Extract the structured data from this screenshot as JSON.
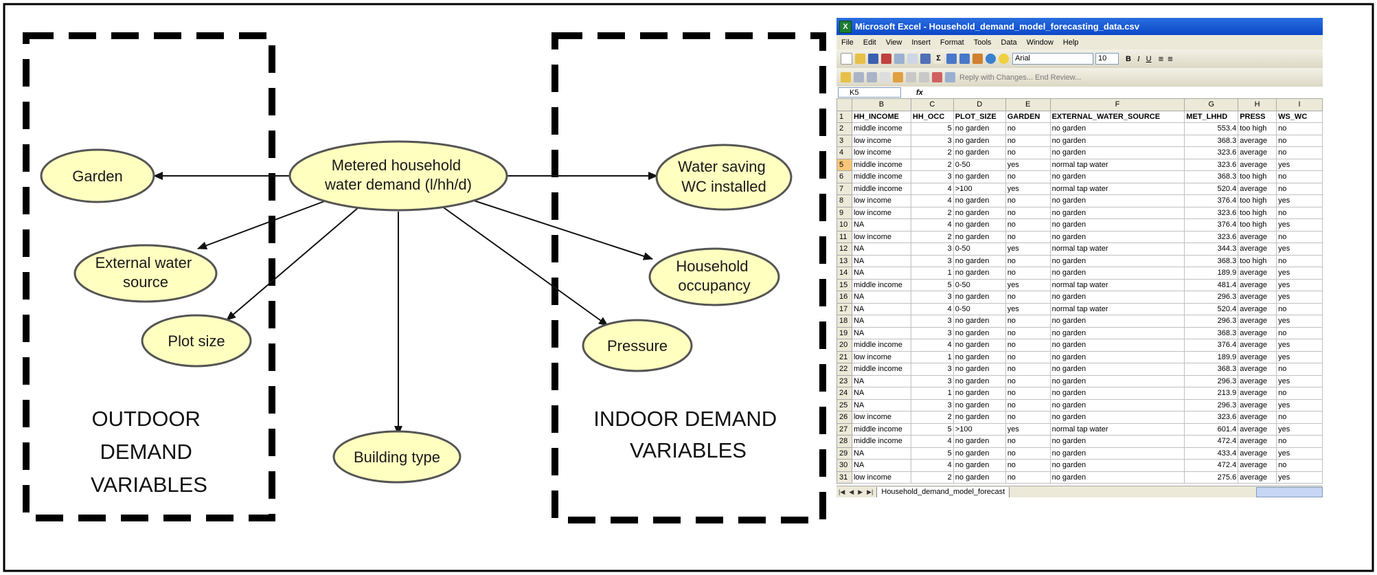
{
  "diagram": {
    "nodes": {
      "center": [
        "Metered household",
        "water demand (l/hh/d)"
      ],
      "garden": [
        "Garden"
      ],
      "external_water": [
        "External water",
        "source"
      ],
      "plot_size": [
        "Plot size"
      ],
      "building_type": [
        "Building type"
      ],
      "wc": [
        "Water saving",
        "WC installed"
      ],
      "occupancy": [
        "Household",
        "occupancy"
      ],
      "pressure": [
        "Pressure"
      ]
    },
    "groups": {
      "outdoor": [
        "OUTDOOR",
        "DEMAND",
        "VARIABLES"
      ],
      "indoor": [
        "INDOOR DEMAND",
        "VARIABLES"
      ]
    },
    "colors": {
      "node_fill": "#ffffc0",
      "node_stroke": "#555555"
    }
  },
  "spreadsheet": {
    "title": "Microsoft Excel - Household_demand_model_forecasting_data.csv",
    "menu": [
      "File",
      "Edit",
      "View",
      "Insert",
      "Format",
      "Tools",
      "Data",
      "Window",
      "Help"
    ],
    "font_name": "Arial",
    "font_size": "10",
    "review_text": "Reply with Changes...   End Review...",
    "name_box": "K5",
    "fx": "fx",
    "col_letters": [
      "B",
      "C",
      "D",
      "E",
      "F",
      "G",
      "H",
      "I"
    ],
    "headers": [
      "HH_INCOME",
      "HH_OCC",
      "PLOT_SIZE",
      "GARDEN",
      "EXTERNAL_WATER_SOURCE",
      "MET_LHHD",
      "PRESS",
      "WS_WC"
    ],
    "rows": [
      [
        "middle income",
        "5",
        "no garden",
        "no",
        "no garden",
        "553.4",
        "too high",
        "no"
      ],
      [
        "low income",
        "3",
        "no garden",
        "no",
        "no garden",
        "368.3",
        "average",
        "no"
      ],
      [
        "low income",
        "2",
        "no garden",
        "no",
        "no garden",
        "323.6",
        "average",
        "no"
      ],
      [
        "middle income",
        "2",
        "0-50",
        "yes",
        "normal tap water",
        "323.6",
        "average",
        "yes"
      ],
      [
        "middle income",
        "3",
        "no garden",
        "no",
        "no garden",
        "368.3",
        "too high",
        "no"
      ],
      [
        "middle income",
        "4",
        ">100",
        "yes",
        "normal tap water",
        "520.4",
        "average",
        "no"
      ],
      [
        "low income",
        "4",
        "no garden",
        "no",
        "no garden",
        "376.4",
        "too high",
        "yes"
      ],
      [
        "low income",
        "2",
        "no garden",
        "no",
        "no garden",
        "323.6",
        "too high",
        "no"
      ],
      [
        "NA",
        "4",
        "no garden",
        "no",
        "no garden",
        "376.4",
        "too high",
        "yes"
      ],
      [
        "low income",
        "2",
        "no garden",
        "no",
        "no garden",
        "323.6",
        "average",
        "no"
      ],
      [
        "NA",
        "3",
        "0-50",
        "yes",
        "normal tap water",
        "344.3",
        "average",
        "yes"
      ],
      [
        "NA",
        "3",
        "no garden",
        "no",
        "no garden",
        "368.3",
        "too high",
        "no"
      ],
      [
        "NA",
        "1",
        "no garden",
        "no",
        "no garden",
        "189.9",
        "average",
        "yes"
      ],
      [
        "middle income",
        "5",
        "0-50",
        "yes",
        "normal tap water",
        "481.4",
        "average",
        "yes"
      ],
      [
        "NA",
        "3",
        "no garden",
        "no",
        "no garden",
        "296.3",
        "average",
        "yes"
      ],
      [
        "NA",
        "4",
        "0-50",
        "yes",
        "normal tap water",
        "520.4",
        "average",
        "no"
      ],
      [
        "NA",
        "3",
        "no garden",
        "no",
        "no garden",
        "296.3",
        "average",
        "yes"
      ],
      [
        "NA",
        "3",
        "no garden",
        "no",
        "no garden",
        "368.3",
        "average",
        "no"
      ],
      [
        "middle income",
        "4",
        "no garden",
        "no",
        "no garden",
        "376.4",
        "average",
        "yes"
      ],
      [
        "low income",
        "1",
        "no garden",
        "no",
        "no garden",
        "189.9",
        "average",
        "yes"
      ],
      [
        "middle income",
        "3",
        "no garden",
        "no",
        "no garden",
        "368.3",
        "average",
        "no"
      ],
      [
        "NA",
        "3",
        "no garden",
        "no",
        "no garden",
        "296.3",
        "average",
        "yes"
      ],
      [
        "NA",
        "1",
        "no garden",
        "no",
        "no garden",
        "213.9",
        "average",
        "no"
      ],
      [
        "NA",
        "3",
        "no garden",
        "no",
        "no garden",
        "296.3",
        "average",
        "yes"
      ],
      [
        "low income",
        "2",
        "no garden",
        "no",
        "no garden",
        "323.6",
        "average",
        "no"
      ],
      [
        "middle income",
        "5",
        ">100",
        "yes",
        "normal tap water",
        "601.4",
        "average",
        "yes"
      ],
      [
        "middle income",
        "4",
        "no garden",
        "no",
        "no garden",
        "472.4",
        "average",
        "no"
      ],
      [
        "NA",
        "5",
        "no garden",
        "no",
        "no garden",
        "433.4",
        "average",
        "yes"
      ],
      [
        "NA",
        "4",
        "no garden",
        "no",
        "no garden",
        "472.4",
        "average",
        "no"
      ],
      [
        "low income",
        "2",
        "no garden",
        "no",
        "no garden",
        "275.6",
        "average",
        "yes"
      ]
    ],
    "sheet_tab": "Household_demand_model_forecast",
    "active_row": "5"
  }
}
